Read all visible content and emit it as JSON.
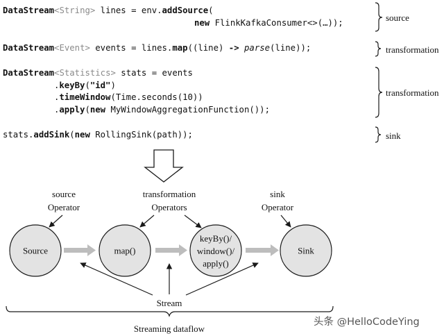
{
  "code": {
    "line1": {
      "kw": "DataStream",
      "gen": "<String>",
      "mid": " lines = env.",
      "method": "addSource",
      "end": "("
    },
    "line2": {
      "kw": "new",
      "rest": " FlinkKafkaConsumer<>(…));"
    },
    "line3": {
      "kw": "DataStream",
      "gen": "<Event>",
      "mid": " events = lines.",
      "method": "map",
      "mid2": "((line) ",
      "arrow": "->",
      "sp": " ",
      "fn": "parse",
      "end": "(line));"
    },
    "line4": {
      "kw": "DataStream",
      "gen": "<Statistics>",
      "rest": " stats = events"
    },
    "line5": {
      "dot": ".",
      "method": "keyBy",
      "paren": "(",
      "str": "\"id\"",
      "end": ")"
    },
    "line6": {
      "dot": ".",
      "method": "timeWindow",
      "rest": "(Time.seconds(10))"
    },
    "line7": {
      "dot": ".",
      "method": "apply",
      "paren": "(",
      "kw": "new",
      "rest": " MyWindowAggregationFunction());"
    },
    "line8": {
      "pre": "stats.",
      "method": "addSink",
      "paren": "(",
      "kw": "new",
      "rest": " RollingSink(path));"
    }
  },
  "brace_labels": {
    "source": "source",
    "transformation1": "transformation",
    "transformation2": "transformation",
    "sink": "sink"
  },
  "diagram": {
    "nodes": {
      "source": "Source",
      "map": "map()",
      "keyby_line1": "keyBy()/",
      "keyby_line2": "window()/",
      "keyby_line3": "apply()",
      "sink": "Sink"
    },
    "labels": {
      "source_top": "source",
      "source_bottom": "Operator",
      "transformation_top": "transformation",
      "transformation_bottom": "Operators",
      "sink_top": "sink",
      "sink_bottom": "Operator",
      "stream": "Stream",
      "dataflow": "Streaming dataflow"
    }
  },
  "watermark": "头条 @HelloCodeYing",
  "colors": {
    "node_fill": "#e3e3e3",
    "stream_arrow": "#bdbdbd",
    "line": "#1a1a1a"
  }
}
